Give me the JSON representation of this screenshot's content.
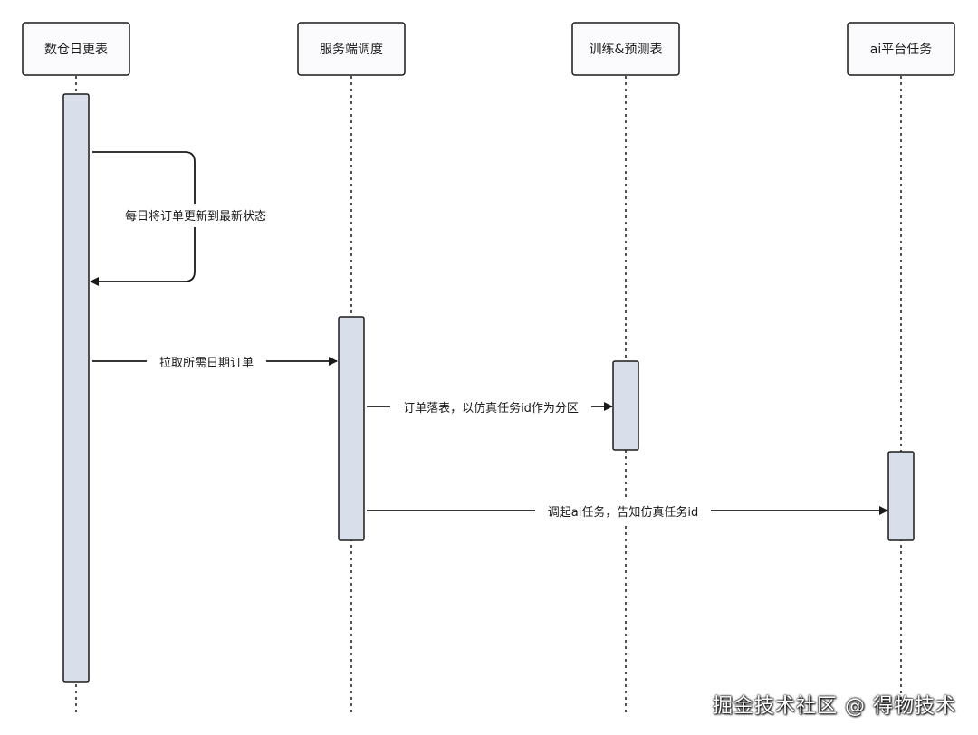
{
  "participants": [
    {
      "id": "p1",
      "label": "数仓日更表"
    },
    {
      "id": "p2",
      "label": "服务端调度"
    },
    {
      "id": "p3",
      "label": "训练&预测表"
    },
    {
      "id": "p4",
      "label": "ai平台任务"
    }
  ],
  "messages": [
    {
      "id": "m1",
      "from": "p1",
      "to": "p1",
      "label": "每日将订单更新到最新状态",
      "type": "self"
    },
    {
      "id": "m2",
      "from": "p1",
      "to": "p2",
      "label": "拉取所需日期订单"
    },
    {
      "id": "m3",
      "from": "p2",
      "to": "p3",
      "label": "订单落表，以仿真任务id作为分区"
    },
    {
      "id": "m4",
      "from": "p2",
      "to": "p4",
      "label": "调起ai任务，告知仿真任务id"
    }
  ],
  "watermark": "掘金技术社区 @ 得物技术",
  "colors": {
    "activation_fill": "#d9deeb",
    "box_fill": "#fbfbfd",
    "stroke": "#1a1a1a"
  }
}
